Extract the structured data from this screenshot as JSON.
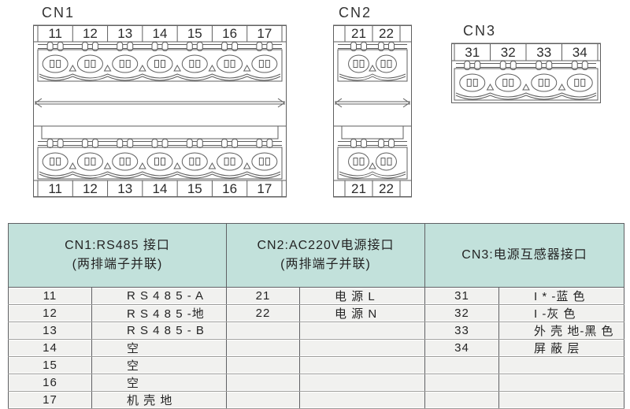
{
  "connectors": [
    {
      "label": "CN1",
      "terminals": [
        "11",
        "12",
        "13",
        "14",
        "15",
        "16",
        "17"
      ]
    },
    {
      "label": "CN2",
      "terminals": [
        "21",
        "22"
      ]
    },
    {
      "label": "CN3",
      "terminals": [
        "31",
        "32",
        "33",
        "34"
      ]
    }
  ],
  "table": {
    "headers": [
      {
        "line1": "CN1:RS485 接口",
        "line2": "(两排端子并联)"
      },
      {
        "line1": "CN2:AC220V电源接口",
        "line2": "(两排端子并联)"
      },
      {
        "line1": "CN3:电源互感器接口",
        "line2": ""
      }
    ],
    "rows": [
      [
        "11",
        "R S 4 8 5 - A",
        "21",
        "电 源  L",
        "31",
        "I * -蓝 色"
      ],
      [
        "12",
        "R S 4 8 5 -地",
        "22",
        "电 源  N",
        "32",
        "I -灰 色"
      ],
      [
        "13",
        "R S 4 8 5 - B",
        "",
        "",
        "33",
        "外 壳 地-黑 色"
      ],
      [
        "14",
        "空",
        "",
        "",
        "34",
        "屏 蔽 层"
      ],
      [
        "15",
        "空",
        "",
        "",
        "",
        ""
      ],
      [
        "16",
        "空",
        "",
        "",
        "",
        ""
      ],
      [
        "17",
        "机 壳 地",
        "",
        "",
        "",
        ""
      ]
    ]
  },
  "colors": {
    "page_bg": "#ffffff",
    "header_bg": "#c2e1db",
    "row_bg": "#f1f1ef",
    "grid_dark": "#606164",
    "grid_light": "#9a9a98",
    "line": "#5f5f5f",
    "text": "#242424"
  }
}
